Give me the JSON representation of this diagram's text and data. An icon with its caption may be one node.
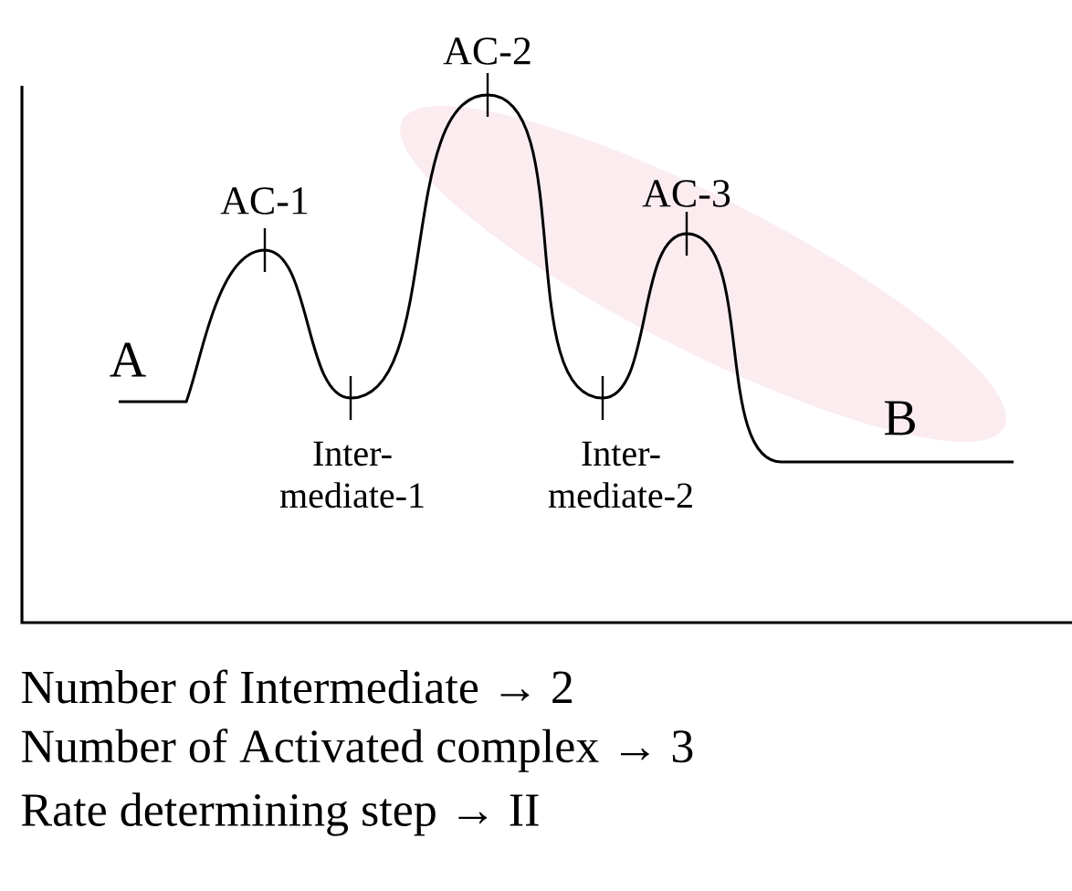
{
  "diagram": {
    "labels": [
      "AC-2",
      "AC-1",
      "AC-3",
      "A",
      "B",
      "Inter- mediate-1",
      "Inter- mediate-2",
      "Number of Intermediate → 2",
      "Number of Activated complex → 3",
      "Rate determining step → II"
    ]
  }
}
